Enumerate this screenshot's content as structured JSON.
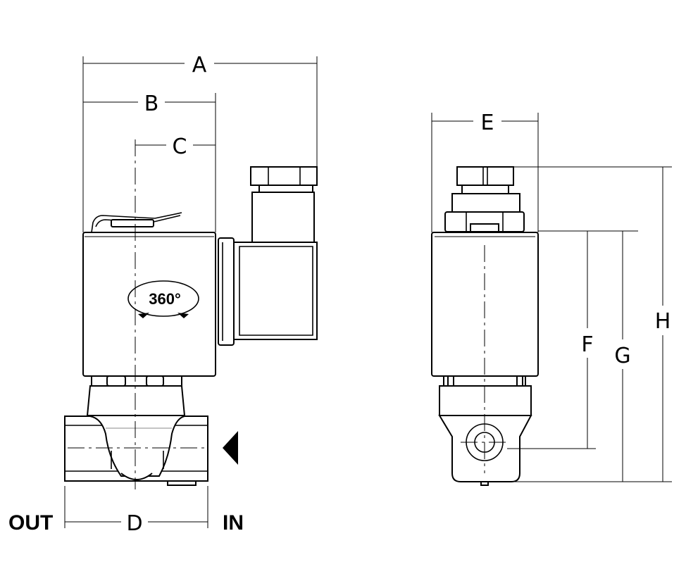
{
  "labels": {
    "A": "A",
    "B": "B",
    "C": "C",
    "D": "D",
    "E": "E",
    "F": "F",
    "G": "G",
    "H": "H"
  },
  "ports": {
    "outlet": "OUT",
    "inlet": "IN"
  },
  "rotation": "360°",
  "colors": {
    "line": "#000000",
    "background": "#ffffff"
  }
}
